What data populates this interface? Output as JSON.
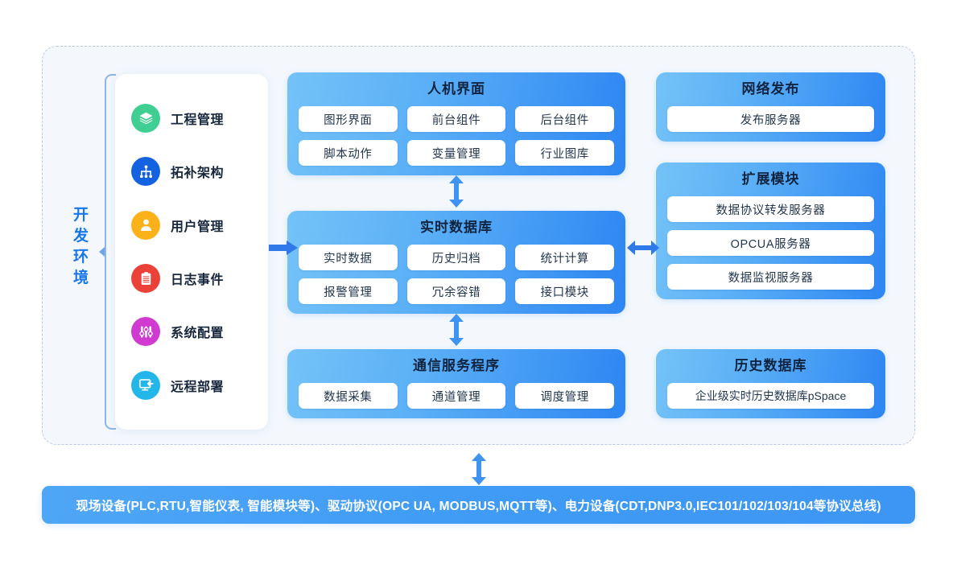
{
  "dev_env": {
    "label_chars": [
      "开",
      "发",
      "环",
      "境"
    ]
  },
  "sidebar": {
    "items": [
      {
        "label": "工程管理",
        "icon": "layers-icon",
        "color": "#3fcf92"
      },
      {
        "label": "拓补架构",
        "icon": "sitemap-icon",
        "color": "#1562e0"
      },
      {
        "label": "用户管理",
        "icon": "user-icon",
        "color": "#fbb119"
      },
      {
        "label": "日志事件",
        "icon": "clipboard-icon",
        "color": "#ec4138"
      },
      {
        "label": "系统配置",
        "icon": "sliders-icon",
        "color": "#d03ad0"
      },
      {
        "label": "远程部署",
        "icon": "monitor-icon",
        "color": "#22b7e8"
      }
    ]
  },
  "panels": {
    "hmi": {
      "title": "人机界面",
      "rows": [
        [
          "图形界面",
          "前台组件",
          "后台组件"
        ],
        [
          "脚本动作",
          "变量管理",
          "行业图库"
        ]
      ]
    },
    "rtdb": {
      "title": "实时数据库",
      "rows": [
        [
          "实时数据",
          "历史归档",
          "统计计算"
        ],
        [
          "报警管理",
          "冗余容错",
          "接口模块"
        ]
      ]
    },
    "comm": {
      "title": "通信服务程序",
      "rows": [
        [
          "数据采集",
          "通道管理",
          "调度管理"
        ]
      ]
    },
    "web": {
      "title": "网络发布",
      "rows": [
        [
          "发布服务器"
        ]
      ]
    },
    "ext": {
      "title": "扩展模块",
      "rows": [
        [
          "数据协议转发服务器"
        ],
        [
          "OPCUA服务器"
        ],
        [
          "数据监视服务器"
        ]
      ]
    },
    "hist": {
      "title": "历史数据库",
      "rows": [
        [
          "企业级实时历史数据库pSpace"
        ]
      ]
    }
  },
  "bottom_banner": {
    "text": "现场设备(PLC,RTU,智能仪表, 智能模块等)、驱动协议(OPC UA, MODBUS,MQTT等)、电力设备(CDT,DNP3.0,IEC101/102/103/104等协议总线)"
  },
  "colors": {
    "panel_gradient_start": "#74c2f7",
    "panel_gradient_end": "#2d86f2",
    "banner": "#3f9bf5",
    "arrow": "#2f7ae8",
    "dev_label": "#1777e8",
    "frame_bg": "#f4f8fd",
    "frame_border": "#b9c9e4"
  }
}
